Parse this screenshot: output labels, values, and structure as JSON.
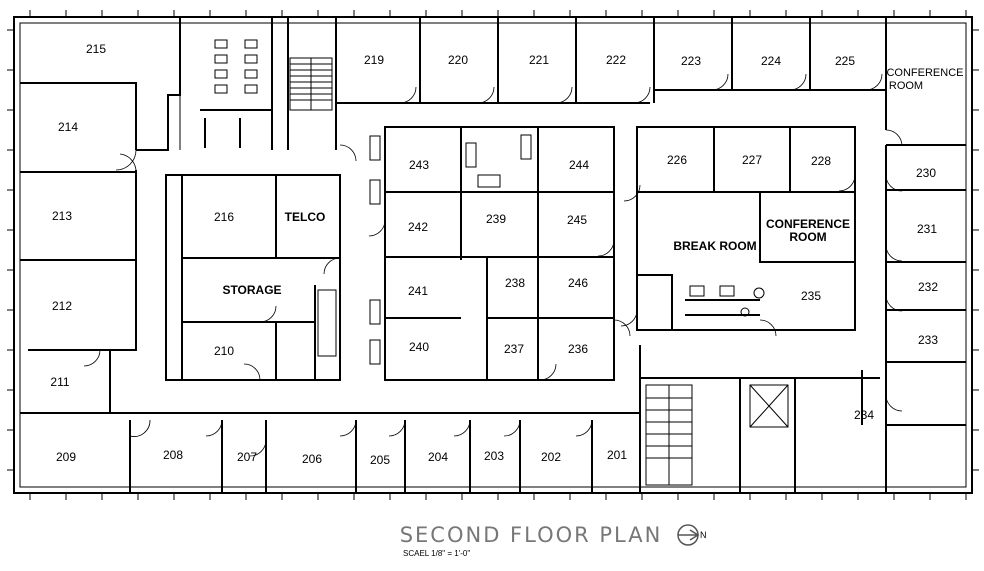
{
  "title": "SECOND FLOOR PLAN",
  "scale": "SCAEL 1/8\" = 1'-0\"",
  "north_arrow_letter": "N",
  "rooms": {
    "r215": "215",
    "r214": "214",
    "r213": "213",
    "r212": "212",
    "r211": "211",
    "r209": "209",
    "r208": "208",
    "r207": "207",
    "r206": "206",
    "r205": "205",
    "r204": "204",
    "r203": "203",
    "r202": "202",
    "r201": "201",
    "r219": "219",
    "r220": "220",
    "r221": "221",
    "r222": "222",
    "r223": "223",
    "r224": "224",
    "r225": "225",
    "conf1_a": "CONFERENCE",
    "conf1_b": "ROOM",
    "r230": "230",
    "r231": "231",
    "r232": "232",
    "r233": "233",
    "r234": "234",
    "r226": "226",
    "r227": "227",
    "r228": "228",
    "break": "BREAK ROOM",
    "conf2_a": "CONFERENCE",
    "conf2_b": "ROOM",
    "r235": "235",
    "r243": "243",
    "r244": "244",
    "r242": "242",
    "r239": "239",
    "r245": "245",
    "r241": "241",
    "r238": "238",
    "r246": "246",
    "r240": "240",
    "r237": "237",
    "r236": "236",
    "r216": "216",
    "telco": "TELCO",
    "storage": "STORAGE",
    "r210": "210"
  }
}
